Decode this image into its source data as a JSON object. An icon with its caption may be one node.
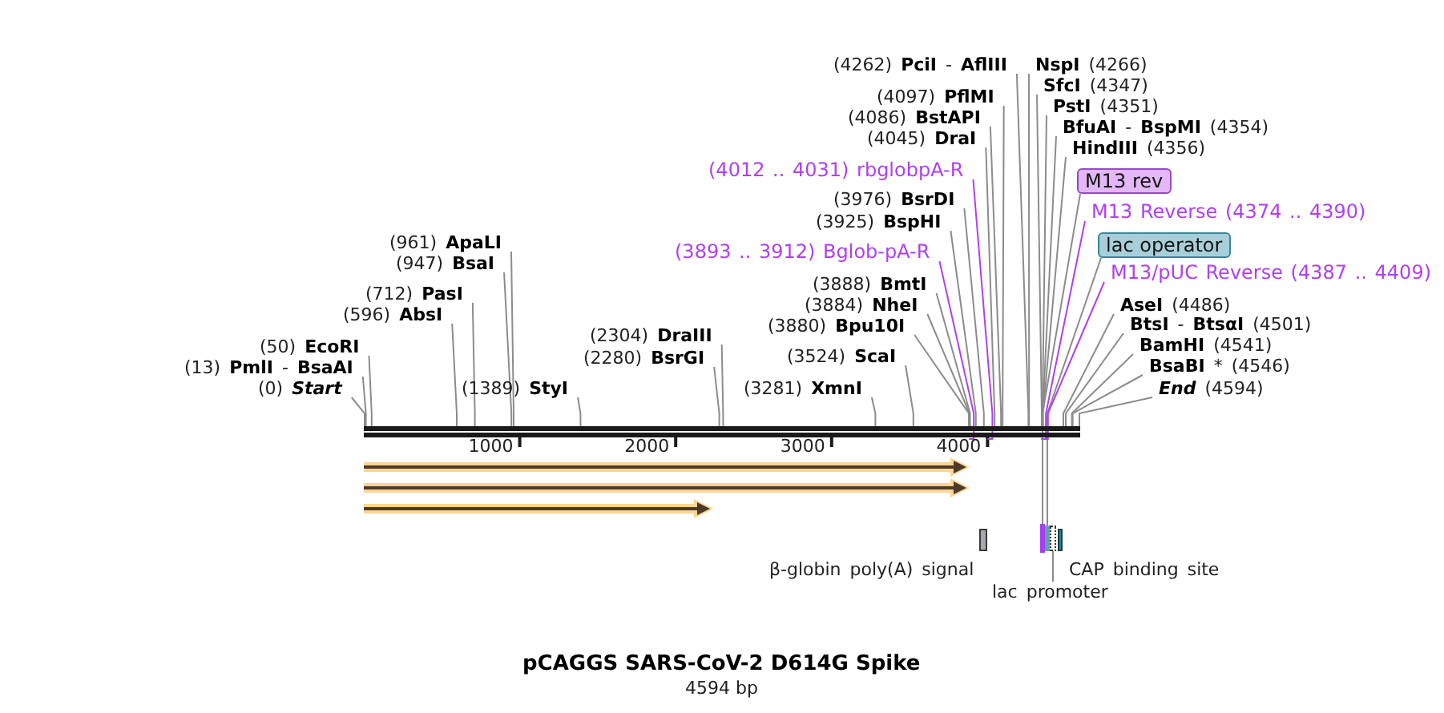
{
  "diagram": {
    "title": "pCAGGS SARS-CoV-2 D614G Spike",
    "caption": "4594 bp",
    "nodes": [
      {
        "text": [
          "(4262) **PciI** - **AflIII**"
        ]
      },
      {
        "text": [
          "**NspI** (4266)"
        ]
      },
      {
        "text": [
          "(4097) **PflMI**"
        ]
      },
      {
        "text": [
          "**SfcI** (4347)"
        ]
      },
      {
        "text": [
          "(4086) **BstAPI**"
        ]
      },
      {
        "text": [
          "**PstI** (4351)"
        ]
      },
      {
        "text": [
          "(4045) **DraI**"
        ]
      },
      {
        "text": [
          "**BfuAI** - **BspMI** (4354)"
        ]
      },
      {
        "text": [
          "**HindIII** (4356)"
        ]
      },
      {
        "text": [
          "(4012 .. 4031) rbglobpA-R"
        ]
      },
      {
        "text": [
          "M13 rev"
        ]
      },
      {
        "text": [
          "M13 Reverse (4374 .. 4390)"
        ]
      },
      {
        "text": [
          "(3976) **BsrDI**"
        ]
      },
      {
        "text": [
          "(3925) **BspHI**"
        ]
      },
      {
        "text": [
          "lac operator"
        ]
      },
      {
        "text": [
          "(3893 .. 3912) Bglob-pA-R"
        ]
      },
      {
        "text": [
          "M13/pUC Reverse (4387 .. 4409)"
        ]
      },
      {
        "text": [
          "(961) **ApaLI**"
        ]
      },
      {
        "text": [
          "(947) **BsaI**"
        ]
      },
      {
        "text": [
          "(3888) **BmtI**"
        ]
      },
      {
        "text": [
          "(3884) **NheI**"
        ]
      },
      {
        "text": [
          "**AseI** (4486)"
        ]
      },
      {
        "text": [
          "(712) **PasI**"
        ]
      },
      {
        "text": [
          "(3880) **Bpu10I**"
        ]
      },
      {
        "text": [
          "**BtsI** - **BtsαI** (4501)"
        ]
      },
      {
        "text": [
          "(596) **AbsI**"
        ]
      },
      {
        "text": [
          "(2304) **DraIII**"
        ]
      },
      {
        "text": [
          "(50) **EcoRI**"
        ]
      },
      {
        "text": [
          "(2280) **BsrGI**"
        ]
      },
      {
        "text": [
          "**BamHI** (4541)"
        ]
      },
      {
        "text": [
          "(13) **PmlI** - **BsaAI**"
        ]
      },
      {
        "text": [
          "(3524) **ScaI**"
        ]
      },
      {
        "text": [
          "**BsaBI** * (4546)"
        ]
      },
      {
        "text": [
          "(0) **Start**"
        ]
      },
      {
        "text": [
          "(1389) **StyI**"
        ]
      },
      {
        "text": [
          "(3281) **XmnI**"
        ]
      },
      {
        "text": [
          "**End** (4594)"
        ]
      },
      {
        "text": [],
        "shape": "bar"
      },
      {
        "text": [],
        "shape": "box",
        "beside": [
          "β-globin poly(A) signal"
        ]
      },
      {
        "text": [],
        "shape": "bar"
      },
      {
        "text": [],
        "shape": "bar"
      },
      {
        "text": [],
        "shape": "box"
      },
      {
        "text": [],
        "shape": "bar",
        "beside": [
          "CAP binding site"
        ]
      },
      {
        "text": [
          "lac promoter"
        ]
      }
    ],
    "edges": [
      {
        "from": 0,
        "to": 37,
        "arrow": "none"
      },
      {
        "from": 1,
        "to": 37,
        "arrow": "none"
      },
      {
        "from": 2,
        "to": 37,
        "arrow": "none"
      },
      {
        "from": 3,
        "to": 37,
        "arrow": "none"
      },
      {
        "from": 4,
        "to": 37,
        "arrow": "none"
      },
      {
        "from": 5,
        "to": 37,
        "arrow": "none"
      },
      {
        "from": 6,
        "to": 37,
        "arrow": "none"
      },
      {
        "from": 7,
        "to": 37,
        "arrow": "none"
      },
      {
        "from": 8,
        "to": 37,
        "arrow": "none"
      },
      {
        "from": 9,
        "to": 37,
        "arrow": "none",
        "color": "#b040f0"
      },
      {
        "from": 10,
        "to": 39,
        "arrow": "none"
      },
      {
        "from": 11,
        "to": 37,
        "arrow": "none",
        "color": "#b040f0"
      },
      {
        "from": 12,
        "to": 37,
        "arrow": "none"
      },
      {
        "from": 13,
        "to": 37,
        "arrow": "none"
      },
      {
        "from": 14,
        "to": 40,
        "arrow": "none"
      },
      {
        "from": 15,
        "to": 37,
        "arrow": "none",
        "color": "#b040f0"
      },
      {
        "from": 16,
        "to": 37,
        "arrow": "none",
        "color": "#b040f0"
      },
      {
        "from": 17,
        "to": 37,
        "arrow": "none"
      },
      {
        "from": 18,
        "to": 37,
        "arrow": "none"
      },
      {
        "from": 19,
        "to": 37,
        "arrow": "none"
      },
      {
        "from": 20,
        "to": 37,
        "arrow": "none"
      },
      {
        "from": 21,
        "to": 37,
        "arrow": "none"
      },
      {
        "from": 22,
        "to": 37,
        "arrow": "none"
      },
      {
        "from": 23,
        "to": 37,
        "arrow": "none"
      },
      {
        "from": 24,
        "to": 37,
        "arrow": "none"
      },
      {
        "from": 25,
        "to": 37,
        "arrow": "none"
      },
      {
        "from": 26,
        "to": 37,
        "arrow": "none"
      },
      {
        "from": 27,
        "to": 37,
        "arrow": "none"
      },
      {
        "from": 28,
        "to": 37,
        "arrow": "none"
      },
      {
        "from": 29,
        "to": 37,
        "arrow": "none"
      },
      {
        "from": 30,
        "to": 37,
        "arrow": "none"
      },
      {
        "from": 31,
        "to": 37,
        "arrow": "none"
      },
      {
        "from": 32,
        "to": 37,
        "arrow": "none"
      },
      {
        "from": 33,
        "to": 37,
        "arrow": "none"
      },
      {
        "from": 34,
        "to": 37,
        "arrow": "none"
      },
      {
        "from": 35,
        "to": 37,
        "arrow": "none"
      },
      {
        "from": 36,
        "to": 37,
        "arrow": "none"
      },
      {
        "from": 43,
        "to": 41,
        "arrow": "none"
      }
    ],
    "labels": [
      "1000",
      "2000",
      "3000",
      "4000"
    ]
  }
}
